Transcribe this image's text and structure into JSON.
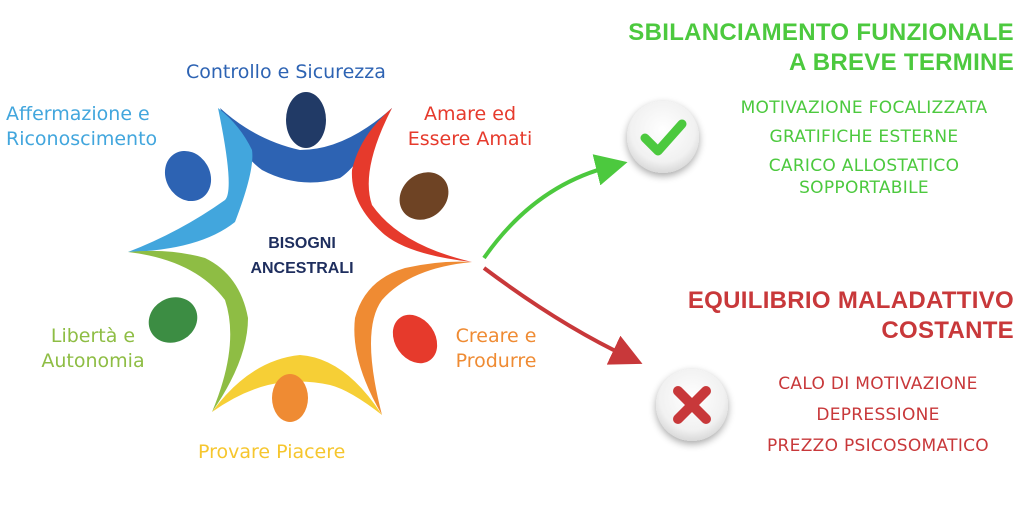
{
  "colors": {
    "navy": "#2d63b3",
    "blue": "#42a6dd",
    "red": "#e63a2c",
    "orange": "#ef8b33",
    "yellow": "#f6cf36",
    "green": "#8ebd44",
    "dark_green": "#3c8d43",
    "brown": "#6e4324",
    "positive": "#4cc93e",
    "negative": "#c8383a"
  },
  "diagram": {
    "center": {
      "line1": "BISOGNI",
      "line2": "ANCESTRALI"
    },
    "needs": [
      {
        "label": "Controllo e Sicurezza",
        "color": "#2d63b3"
      },
      {
        "line1": "Affermazione e",
        "line2": "Riconoscimento",
        "color": "#42a6dd"
      },
      {
        "line1": "Amare ed",
        "line2": "Essere Amati",
        "color": "#e63a2c"
      },
      {
        "line1": "Libertà e",
        "line2": "Autonomia",
        "color": "#8ebd44"
      },
      {
        "line1": "Creare e",
        "line2": "Produrre",
        "color": "#ef8b33"
      },
      {
        "label": "Provare Piacere",
        "color": "#f6cf36"
      }
    ]
  },
  "outcomes": {
    "positive": {
      "line1": "SBILANCIAMENTO FUNZIONALE",
      "line2": "A BREVE TERMINE",
      "icon": "checkmark-icon",
      "items": [
        "MOTIVAZIONE FOCALIZZATA",
        "GRATIFICHE ESTERNE",
        "CARICO ALLOSTATICO",
        "SOPPORTABILE"
      ]
    },
    "negative": {
      "line1": "EQUILIBRIO MALADATTIVO",
      "line2": "COSTANTE",
      "icon": "cross-icon",
      "items": [
        "CALO DI MOTIVAZIONE",
        "DEPRESSIONE",
        "PREZZO PSICOSOMATICO"
      ]
    }
  }
}
